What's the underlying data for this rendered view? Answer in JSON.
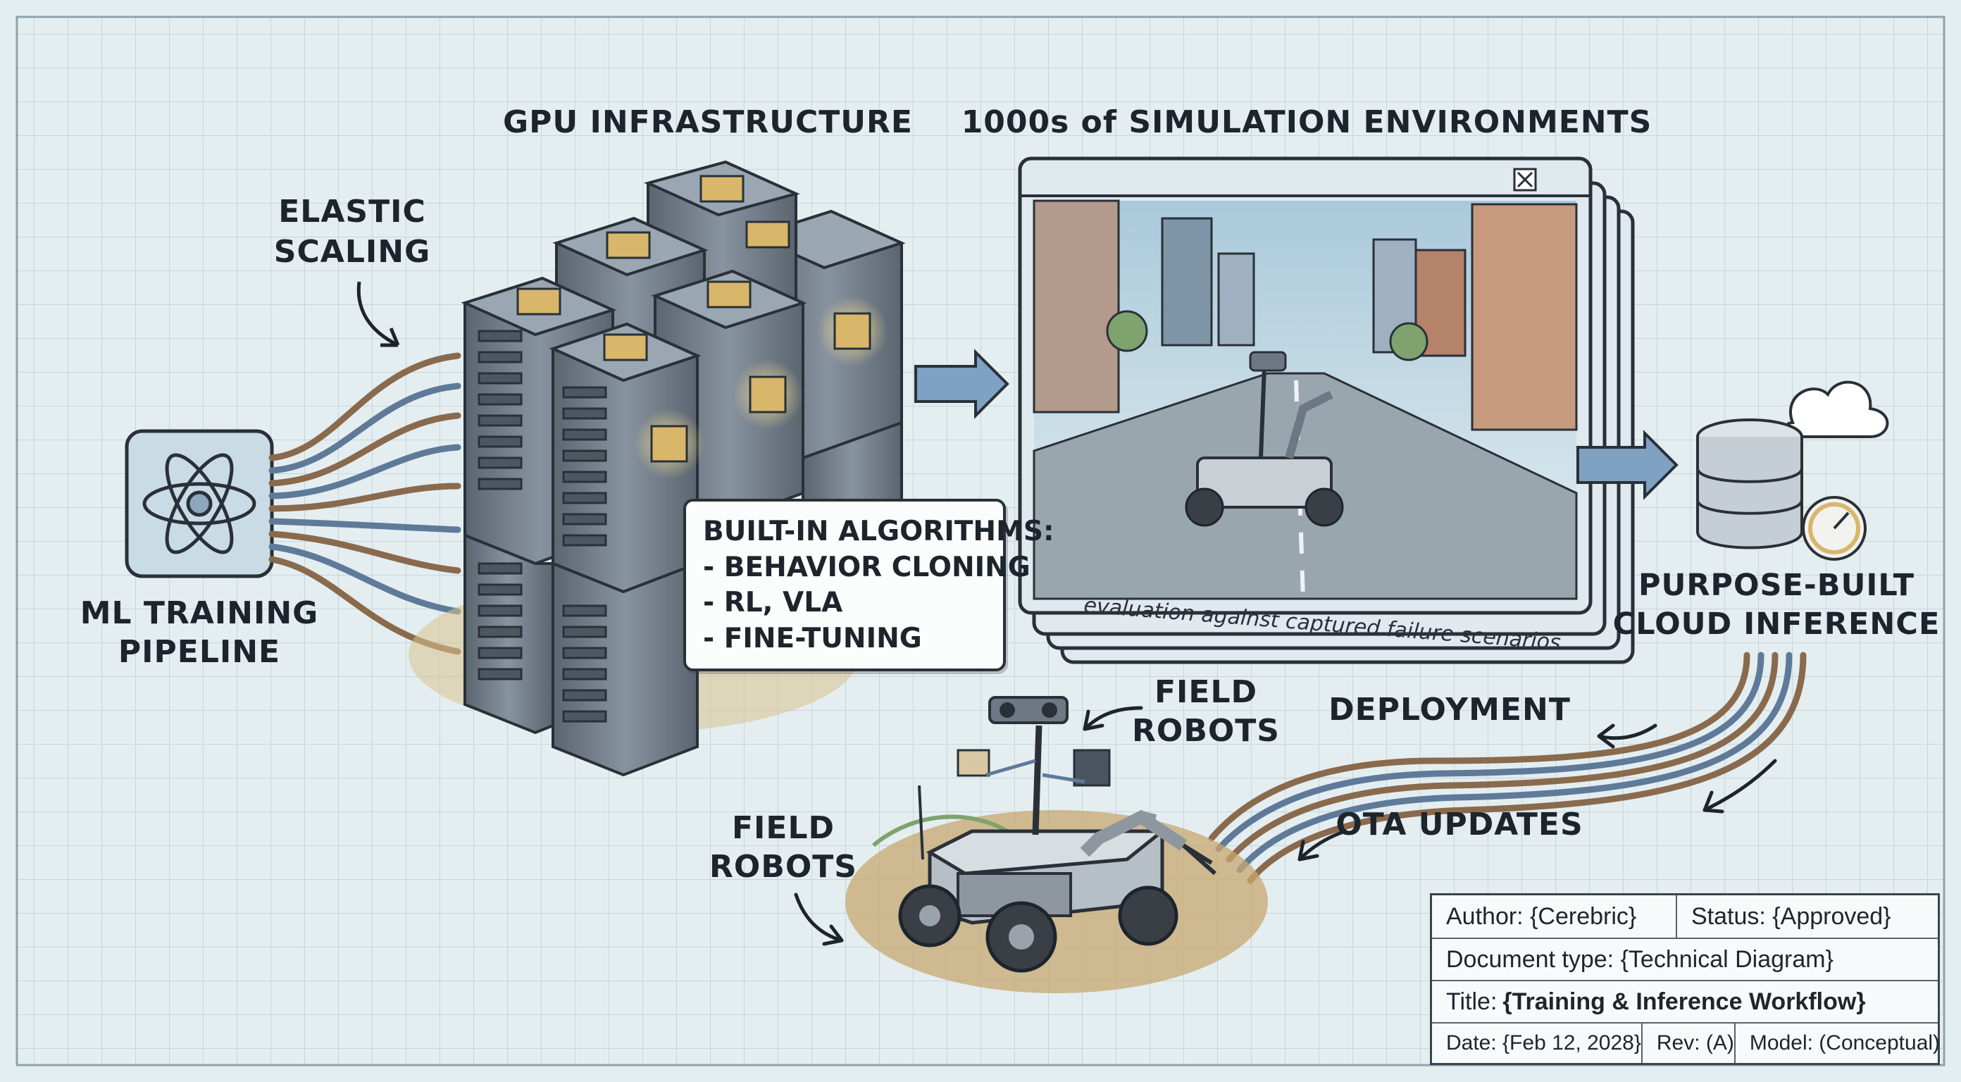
{
  "labels": {
    "gpu_infrastructure": "GPU INFRASTRUCTURE",
    "simulation_title": "1000s of SIMULATION ENVIRONMENTS",
    "elastic_scaling_line1": "ELASTIC",
    "elastic_scaling_line2": "SCALING",
    "ml_pipeline_line1": "ML TRAINING",
    "ml_pipeline_line2": "PIPELINE",
    "inference_line1": "PURPOSE-BUILT",
    "inference_line2": "CLOUD INFERENCE",
    "field_robots_upper_line1": "FIELD",
    "field_robots_upper_line2": "ROBOTS",
    "field_robots_lower_line1": "FIELD",
    "field_robots_lower_line2": "ROBOTS",
    "deployment": "DEPLOYMENT",
    "ota_updates": "OTA UPDATES",
    "evaluation_caption": "evaluation against captured failure scenarios"
  },
  "algorithms": {
    "title": "BUILT-IN ALGORITHMS:",
    "items": [
      "BEHAVIOR CLONING",
      "RL, VLA",
      "FINE-TUNING"
    ]
  },
  "title_block": {
    "author": "Author: {Cerebric}",
    "status": "Status: {Approved}",
    "document_type": "Document type: {Technical Diagram}",
    "title_prefix": "Title: ",
    "title_value": "{Training & Inference Workflow}",
    "date": "Date: {Feb 12, 2028}",
    "rev": "Rev: (A)",
    "model": "Model: (Conceptual)"
  },
  "colors": {
    "background": "#e4eef1",
    "grid": "#c5d5db",
    "ink": "#1d242b",
    "server_body": "#6d7884",
    "chip_gold": "#d8b66a",
    "cable_copper": "#8a6a4c",
    "cable_blue": "#5f7a99",
    "arrow_fill": "#7fa1c2",
    "sky": "#bcd6e3",
    "dirt": "#c7a76f"
  },
  "icons": {
    "ml_pipeline": "atom-icon",
    "inference": "database-cloud-gauge-icon",
    "window_close": "close-icon"
  }
}
